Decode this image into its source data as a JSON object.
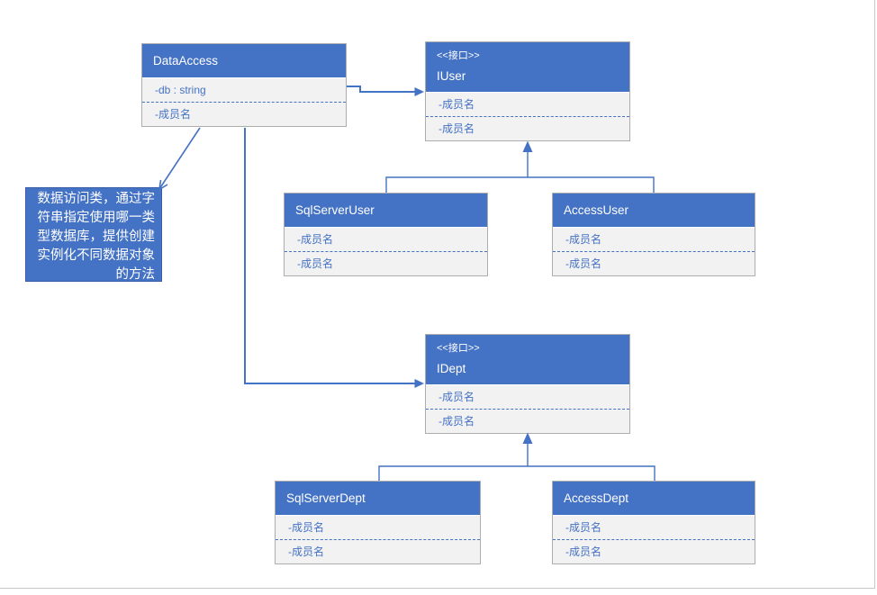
{
  "classes": {
    "dataAccess": {
      "name": "DataAccess",
      "attrs": [
        "-db : string",
        "-成员名"
      ]
    },
    "iUser": {
      "stereotype": "<<接口>>",
      "name": "IUser",
      "attrs": [
        "-成员名",
        "-成员名"
      ]
    },
    "sqlServerUser": {
      "name": "SqlServerUser",
      "attrs": [
        "-成员名",
        "-成员名"
      ]
    },
    "accessUser": {
      "name": "AccessUser",
      "attrs": [
        "-成员名",
        "-成员名"
      ]
    },
    "iDept": {
      "stereotype": "<<接口>>",
      "name": "IDept",
      "attrs": [
        "-成员名",
        "-成员名"
      ]
    },
    "sqlServerDept": {
      "name": "SqlServerDept",
      "attrs": [
        "-成员名",
        "-成员名"
      ]
    },
    "accessDept": {
      "name": "AccessDept",
      "attrs": [
        "-成员名",
        "-成员名"
      ]
    }
  },
  "note": {
    "text": "数据访问类，通过字符串指定使用哪一类型数据库，提供创建实例化不同数据对象的方法"
  },
  "colors": {
    "accent_blue": "#4472C4",
    "body_fill": "#F2F2F2",
    "box_border": "#ADADAD",
    "page_border": "#C6C6C6"
  }
}
